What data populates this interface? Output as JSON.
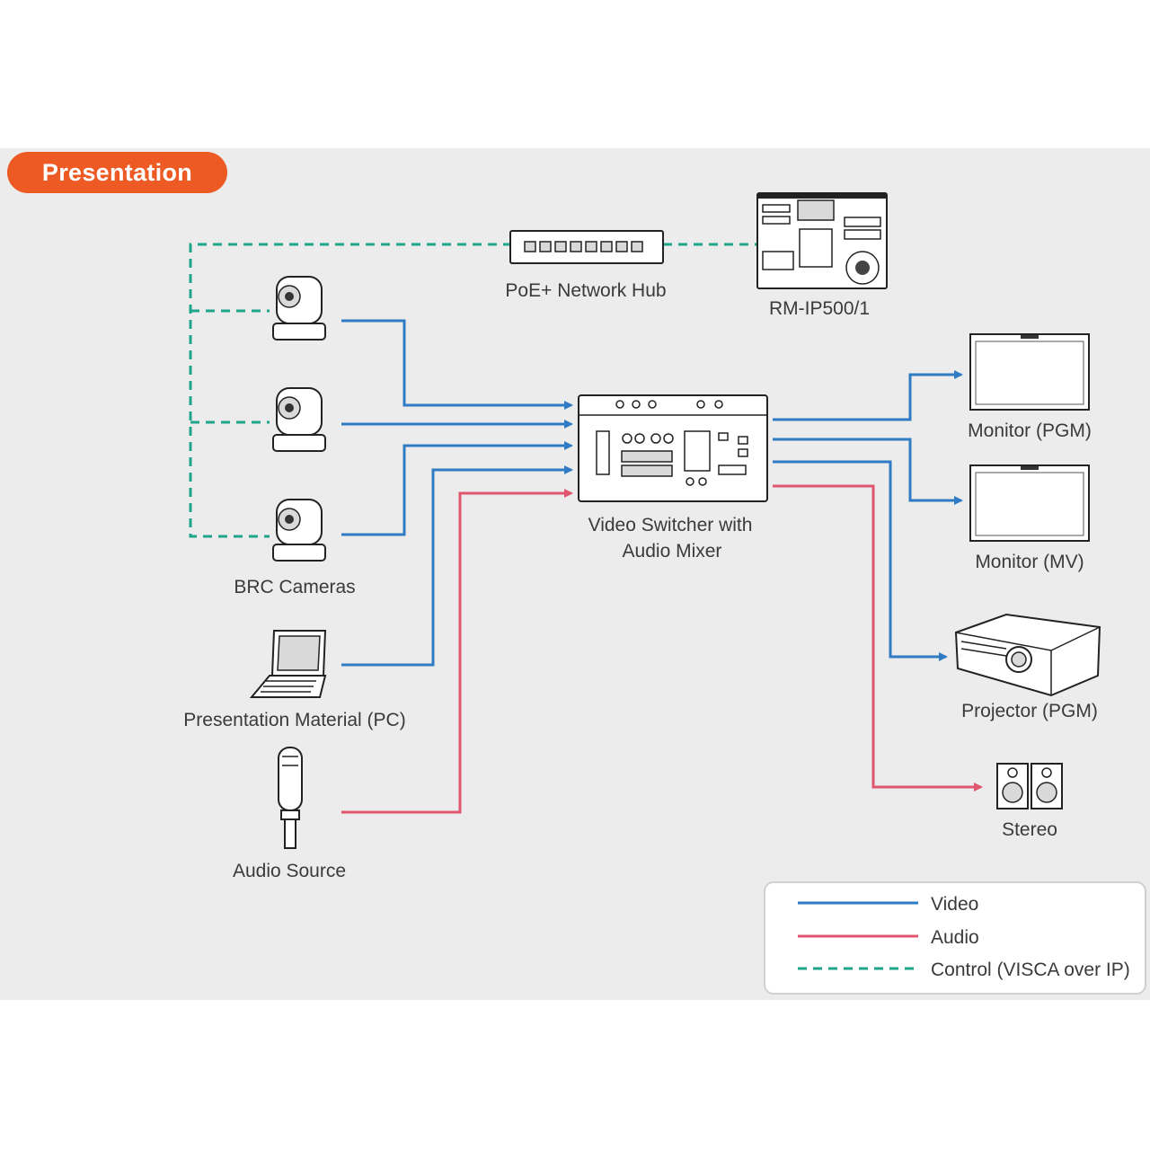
{
  "title": "Presentation",
  "devices": {
    "hub": "PoE+ Network Hub",
    "controller": "RM-IP500/1",
    "cameras": "BRC Cameras",
    "pc": "Presentation Material (PC)",
    "audio_source": "Audio Source",
    "switcher_line1": "Video Switcher with",
    "switcher_line2": "Audio Mixer",
    "monitor_pgm": "Monitor (PGM)",
    "monitor_mv": "Monitor (MV)",
    "projector": "Projector (PGM)",
    "stereo": "Stereo"
  },
  "legend": {
    "video": "Video",
    "audio": "Audio",
    "control": "Control (VISCA over IP)"
  },
  "colors": {
    "accent": "#ee5a24",
    "video": "#2f7cc4",
    "audio": "#e0566f",
    "control": "#1fa58a"
  }
}
